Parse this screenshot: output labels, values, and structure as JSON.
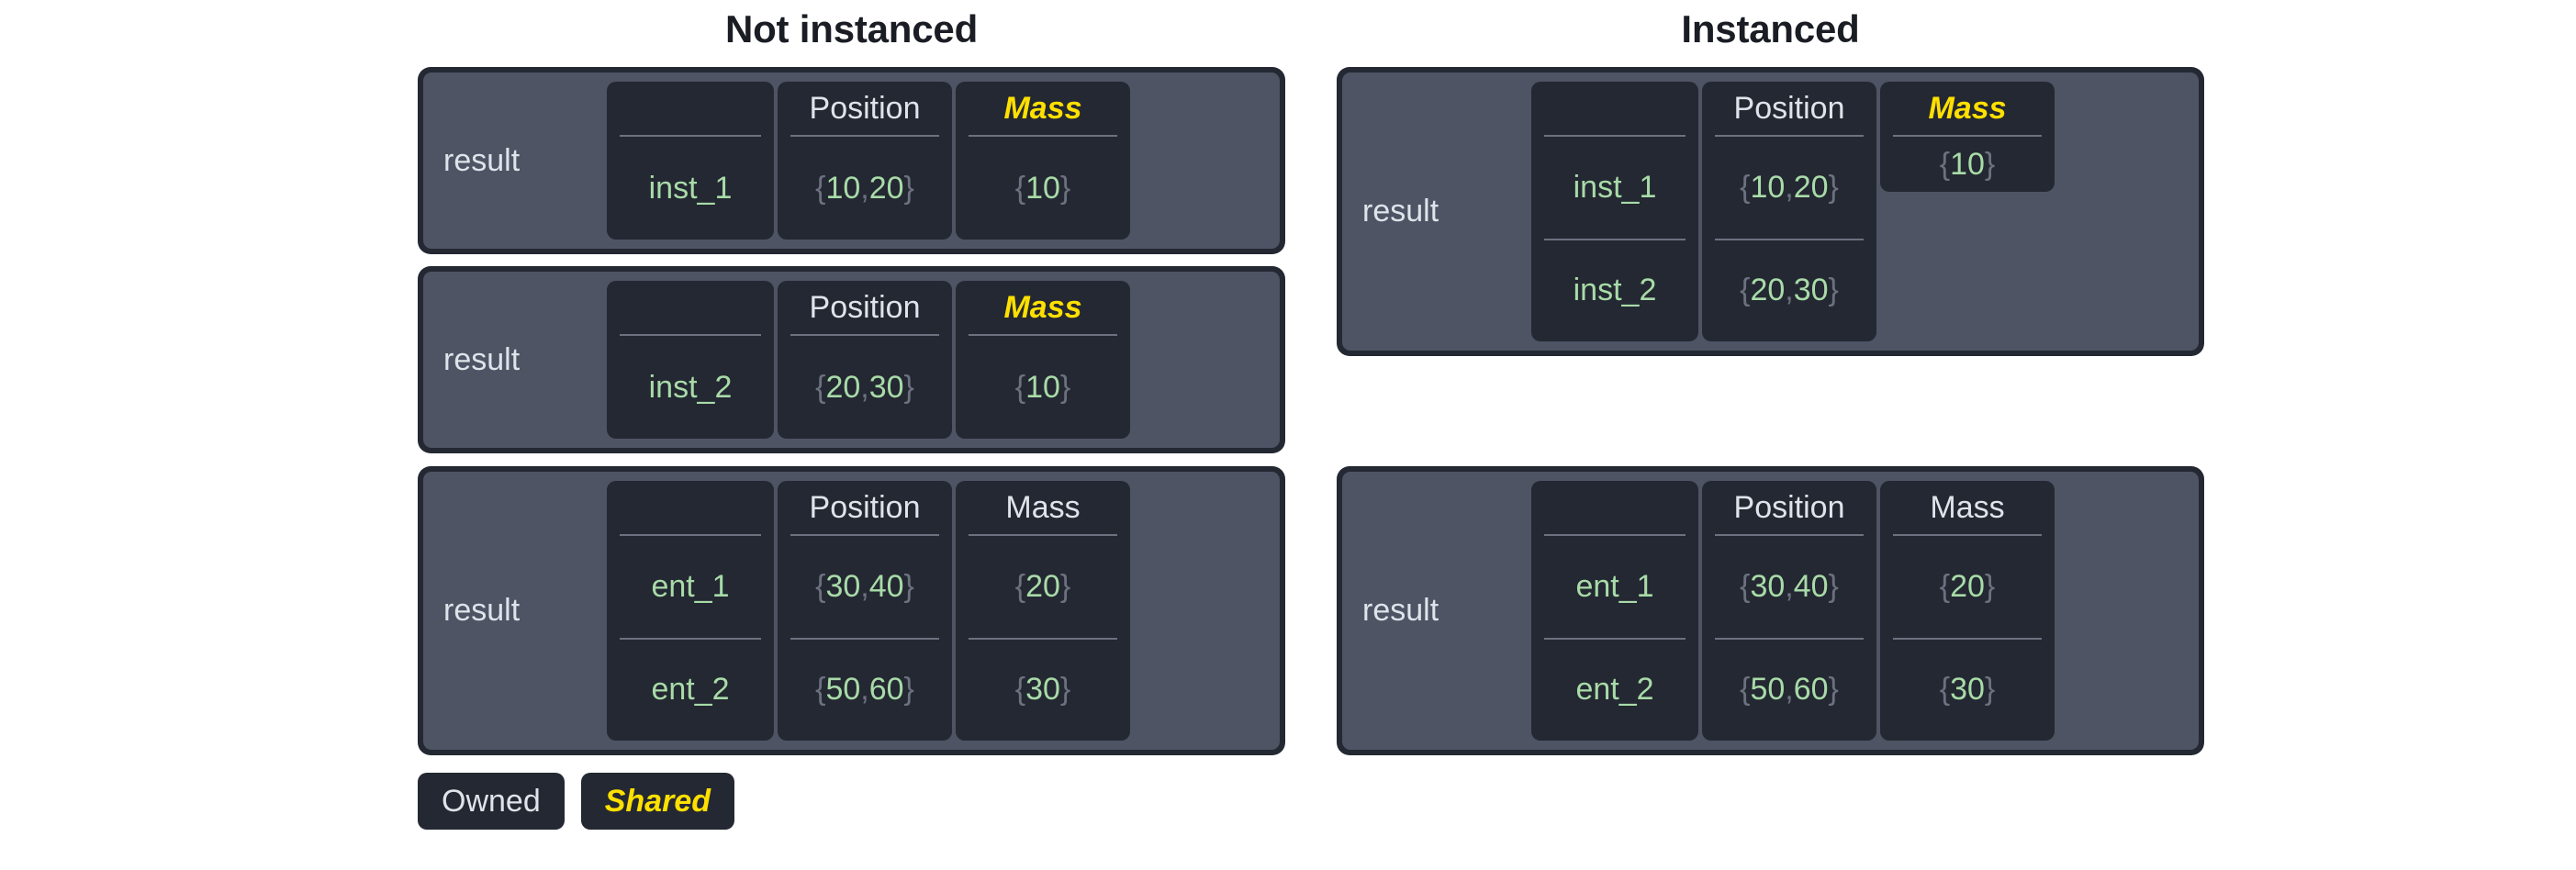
{
  "headings": {
    "left": "Not instanced",
    "right": "Instanced"
  },
  "labels": {
    "result": "result",
    "position": "Position",
    "mass": "Mass",
    "blank": ""
  },
  "legend": {
    "owned": "Owned",
    "shared": "Shared"
  },
  "colors": {
    "background": "#ffffff",
    "frame": "#242832",
    "panel": "#4e5464",
    "cell": "#242832",
    "text_light": "#dfe3ea",
    "text_value": "#a8dba8",
    "text_shared": "#ffe000",
    "divider": "#6c7180",
    "brace": "#6c7180",
    "heading": "#1a1d24"
  },
  "not_instanced": {
    "blocks": [
      {
        "result": "result",
        "columns": [
          {
            "header": "",
            "kind": "name",
            "rows": [
              "inst_1"
            ]
          },
          {
            "header": "Position",
            "kind": "owned",
            "rows": [
              "{10, 20}"
            ]
          },
          {
            "header": "Mass",
            "kind": "shared",
            "rows": [
              "{10}"
            ]
          }
        ]
      },
      {
        "result": "result",
        "columns": [
          {
            "header": "",
            "kind": "name",
            "rows": [
              "inst_2"
            ]
          },
          {
            "header": "Position",
            "kind": "owned",
            "rows": [
              "{20, 30}"
            ]
          },
          {
            "header": "Mass",
            "kind": "shared",
            "rows": [
              "{10}"
            ]
          }
        ]
      },
      {
        "result": "result",
        "columns": [
          {
            "header": "",
            "kind": "name",
            "rows": [
              "ent_1",
              "ent_2"
            ]
          },
          {
            "header": "Position",
            "kind": "owned",
            "rows": [
              "{30, 40}",
              "{50, 60}"
            ]
          },
          {
            "header": "Mass",
            "kind": "owned",
            "rows": [
              "{20}",
              "{30}"
            ]
          }
        ]
      }
    ]
  },
  "instanced": {
    "blocks": [
      {
        "result": "result",
        "columns": [
          {
            "header": "",
            "kind": "name",
            "rows": [
              "inst_1",
              "inst_2"
            ]
          },
          {
            "header": "Position",
            "kind": "owned",
            "rows": [
              "{10, 20}",
              "{20, 30}"
            ]
          },
          {
            "header": "Mass",
            "kind": "shared",
            "rows": [
              "{10}"
            ],
            "short": true
          }
        ]
      },
      {
        "result": "result",
        "columns": [
          {
            "header": "",
            "kind": "name",
            "rows": [
              "ent_1",
              "ent_2"
            ]
          },
          {
            "header": "Position",
            "kind": "owned",
            "rows": [
              "{30, 40}",
              "{50, 60}"
            ]
          },
          {
            "header": "Mass",
            "kind": "owned",
            "rows": [
              "{20}",
              "{30}"
            ]
          }
        ]
      }
    ]
  }
}
